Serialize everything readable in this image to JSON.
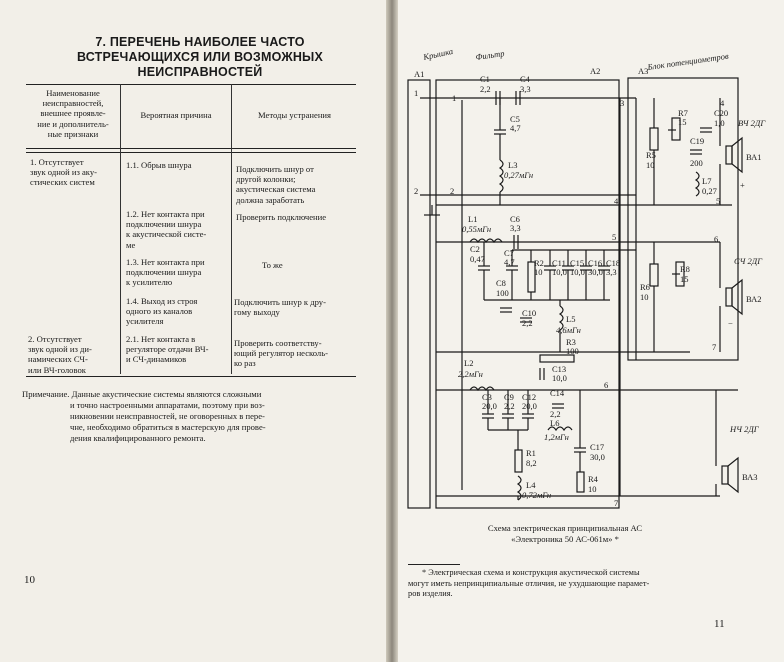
{
  "left_page": {
    "title_lines": [
      "7. ПЕРЕЧЕНЬ НАИБОЛЕЕ ЧАСТО",
      "ВСТРЕЧАЮЩИХСЯ ИЛИ ВОЗМОЖНЫХ",
      "НЕИСПРАВНОСТЕЙ"
    ],
    "headers": {
      "col1": [
        "Наименование",
        "неисправностей,",
        "внешнее проявле-",
        "ние и дополнитель-",
        "ные признаки"
      ],
      "col2": "Вероятная причина",
      "col3": "Методы устранения"
    },
    "rows": [
      {
        "symptom": [
          "1. Отсутствует",
          "звук одной из аку-",
          "стических систем"
        ],
        "cause": [
          "1.1. Обрыв шнура"
        ],
        "remedy": [
          "Подключить шнур от",
          "другой колонки;",
          "акустическая система",
          "должна заработать"
        ]
      },
      {
        "symptom": [],
        "cause": [
          "1.2. Нет контакта при",
          "подключении шнура",
          "к акустической систе-",
          "ме"
        ],
        "remedy": [
          "Проверить подключение"
        ]
      },
      {
        "symptom": [],
        "cause": [
          "1.3. Нет контакта при",
          "подключении шнура",
          "к усилителю"
        ],
        "remedy": [
          "То же"
        ]
      },
      {
        "symptom": [],
        "cause": [
          "1.4. Выход из строя",
          "одного из каналов",
          "усилителя"
        ],
        "remedy": [
          "Подключить шнур к дру-",
          "гому выходу"
        ]
      },
      {
        "symptom": [
          "2. Отсутствует",
          "звук одной из ди-",
          "намических СЧ-",
          "или ВЧ-головок"
        ],
        "cause": [
          "2.1. Нет контакта в",
          "регуляторе отдачи ВЧ-",
          "и СЧ-динамиков"
        ],
        "remedy": [
          "Проверить соответству-",
          "ющий регулятор несколь-",
          "ко раз"
        ]
      }
    ],
    "note_lines": [
      "Примечание. Данные акустические системы являются сложными",
      "и точно настроенными аппаратами, поэтому при воз-",
      "никновении неисправностей, не оговоренных в пере-",
      "чне, необходимо обратиться в мастерскую для прове-",
      "дения квалифицированного ремонта."
    ],
    "page_number": "10"
  },
  "right_page": {
    "schematic": {
      "labels": {
        "kryshka": "Крышка",
        "filtr": "Фильтр",
        "blok": "Блок потенциометров",
        "a1": "A1",
        "a2": "A2",
        "a3": "A3",
        "c1": "C1",
        "c1v": "2,2",
        "c4": "C4",
        "c4v": "3,3",
        "c5": "C5",
        "c5v": "4,7",
        "l3": "L3",
        "l3v": "0,27мГн",
        "c6": "C6",
        "c6v": "3,3",
        "l1": "L1",
        "l1v": "0,55мГн",
        "c2": "C2",
        "c2v": "0,47",
        "c7": "C7",
        "c7v": "4,7",
        "r2": "R2",
        "r2v": "10",
        "c11": "C11",
        "c11v": "10,0",
        "c15": "C15",
        "c15v": "10,0",
        "c16": "C16",
        "c16v": "30,0",
        "c18": "C18",
        "c18v": "3,3",
        "c8": "C8",
        "c8v": "100",
        "c10": "C10",
        "c10v": "2,2",
        "l5": "L5",
        "l5v": "4,6мГн",
        "r3": "R3",
        "r3v": "100",
        "l2": "L2",
        "l2v": "2,2мГн",
        "c13": "C13",
        "c13v": "10,0",
        "c3": "C3",
        "c3v": "20,0",
        "c9": "C9",
        "c9v": "2,2",
        "c12": "C12",
        "c12v": "20,0",
        "c14": "C14",
        "c14v": "2,2",
        "l6": "L6",
        "l6v": "1,2мГн",
        "r1": "R1",
        "r1v": "8,2",
        "c17": "C17",
        "c17v": "30,0",
        "l4": "L4",
        "l4v": "0,72мГн",
        "r4": "R4",
        "r4v": "10",
        "r5": "R5",
        "r5v": "10",
        "r7": "R7",
        "r7v": "15",
        "c20": "C20",
        "c20v": "1,0",
        "c19": "C19",
        "c19v": "200",
        "l7": "L7",
        "l7v": "0,27",
        "r6": "R6",
        "r6v": "10",
        "r8": "R8",
        "r8v": "15",
        "vch": "ВЧ 2ДГ",
        "sch": "СЧ 2ДГ",
        "nch": "НЧ 2ДГ",
        "ba1": "ВА1",
        "ba2": "ВА2",
        "ba3": "ВА3",
        "n1": "1",
        "n2": "2",
        "n3": "3",
        "n4": "4",
        "n5": "5",
        "n6": "6",
        "n7": "7",
        "plus": "+",
        "minus": "−"
      }
    },
    "caption_lines": [
      "Схема электрическая принципиальная АС",
      "«Электроника 50 АС-061м» *"
    ],
    "footnote_lines": [
      "* Электрическая схема и конструкция акустической системы",
      "могут иметь непринципиальные отличия, не ухудшающие парамет-",
      "ров изделия."
    ],
    "page_number": "11"
  }
}
